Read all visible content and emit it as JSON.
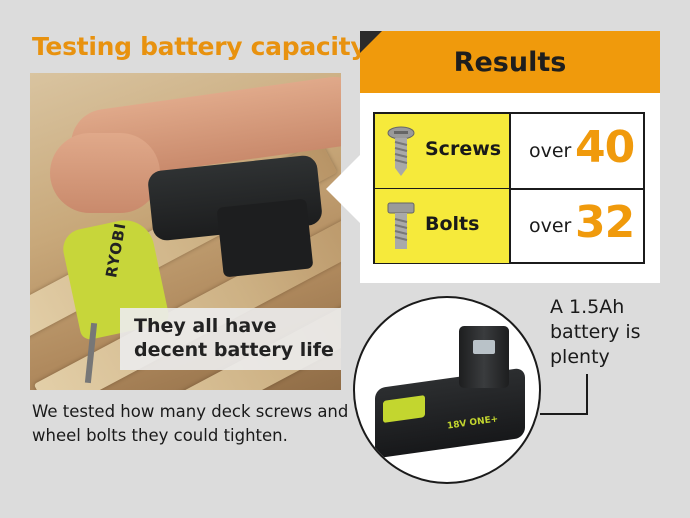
{
  "heading": "Testing battery capacity",
  "photo": {
    "caption": "They all have decent battery life",
    "brand_text": "RYOBI"
  },
  "description": "We tested how many deck screws and wheel bolts they could tighten.",
  "results": {
    "title": "Results",
    "rows": [
      {
        "label": "Screws",
        "prefix": "over",
        "value": "40",
        "icon": "screw-icon"
      },
      {
        "label": "Bolts",
        "prefix": "over",
        "value": "32",
        "icon": "bolt-icon"
      }
    ]
  },
  "battery_note": "A 1.5Ah battery is plenty",
  "battery_label": "18V ONE+",
  "colors": {
    "accent_orange": "#f09a0c",
    "label_yellow": "#f6ea3b",
    "background": "#dcdcdc"
  }
}
